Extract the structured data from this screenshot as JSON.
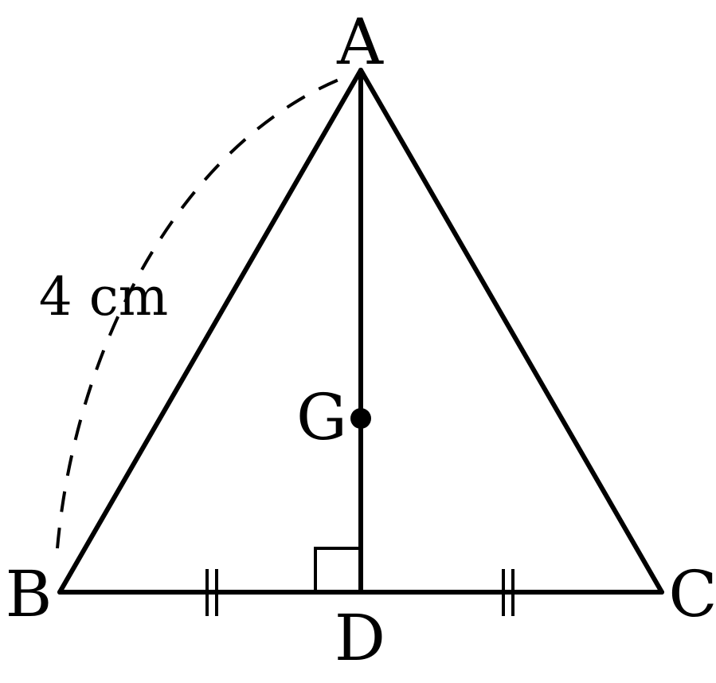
{
  "vertices": {
    "A": "A",
    "B": "B",
    "C": "C",
    "D": "D",
    "G": "G"
  },
  "side_length_label": "4 cm"
}
